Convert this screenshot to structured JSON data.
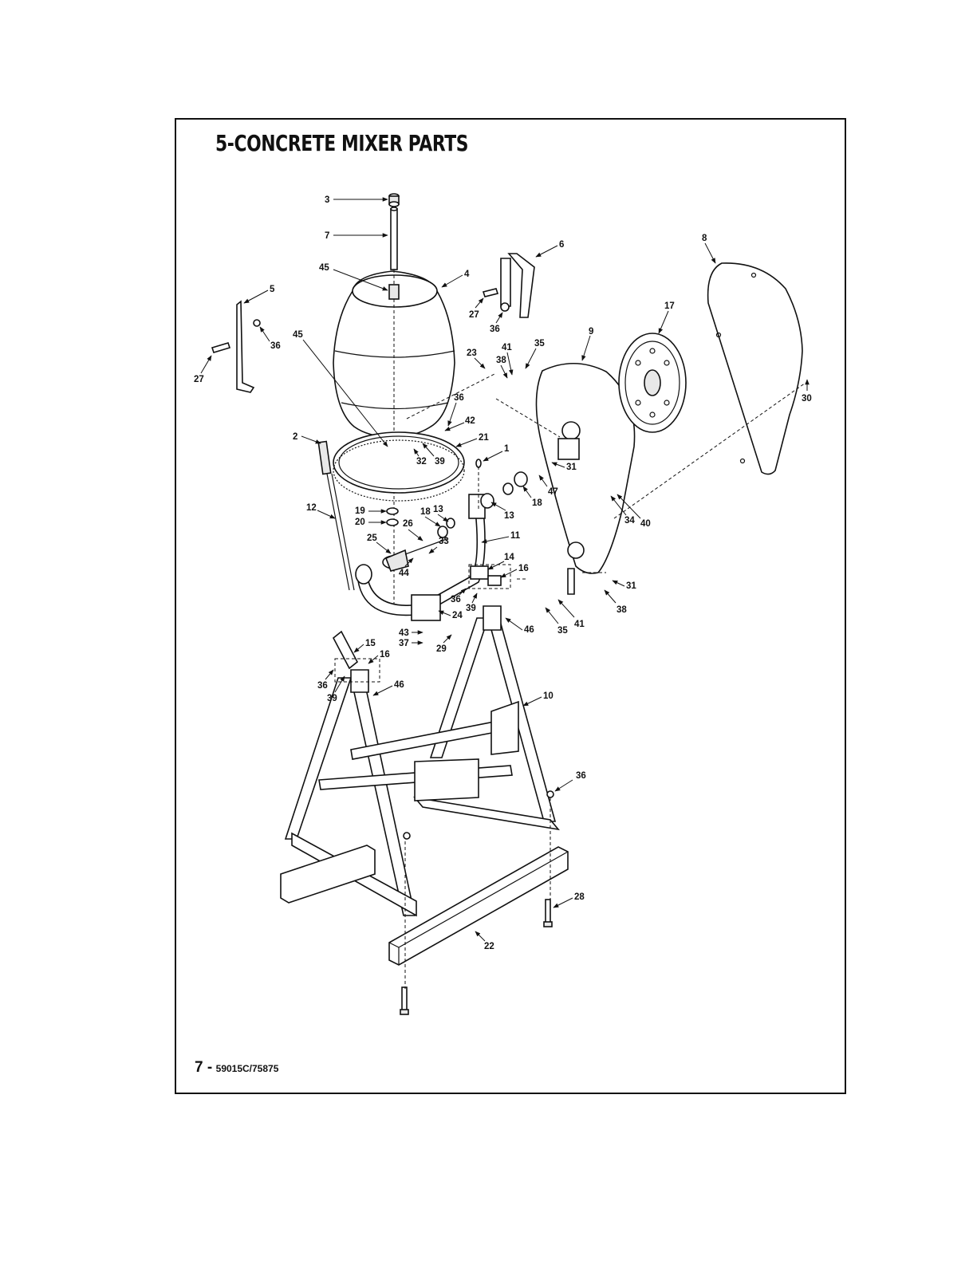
{
  "page_title": "5-CONCRETE MIXER PARTS",
  "footer": {
    "page_number": "7 -",
    "model": "59015C/75875"
  },
  "callouts": [
    "1",
    "2",
    "3",
    "4",
    "5",
    "6",
    "7",
    "8",
    "9",
    "10",
    "11",
    "12",
    "13",
    "13",
    "14",
    "15",
    "16",
    "16",
    "17",
    "18",
    "18",
    "19",
    "20",
    "21",
    "22",
    "23",
    "24",
    "25",
    "26",
    "27",
    "27",
    "28",
    "29",
    "30",
    "31",
    "31",
    "32",
    "33",
    "34",
    "35",
    "35",
    "36",
    "36",
    "36",
    "36",
    "36",
    "36",
    "37",
    "38",
    "38",
    "39",
    "39",
    "39",
    "40",
    "41",
    "41",
    "42",
    "43",
    "44",
    "45",
    "45",
    "46",
    "46",
    "47"
  ]
}
